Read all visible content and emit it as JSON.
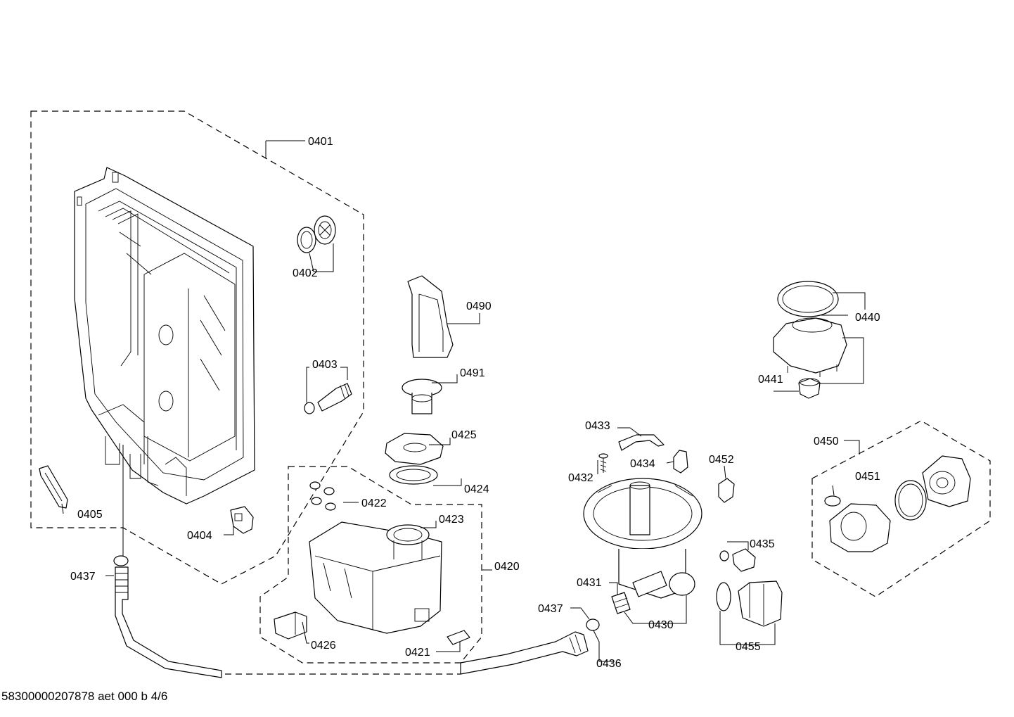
{
  "footer": "58300000207878 aet 000 b 4/6",
  "labels": {
    "l0401": "0401",
    "l0402": "0402",
    "l0403": "0403",
    "l0404": "0404",
    "l0405": "0405",
    "l0437a": "0437",
    "l0437b": "0437",
    "l0490": "0490",
    "l0491": "0491",
    "l0425": "0425",
    "l0424": "0424",
    "l0422": "0422",
    "l0423": "0423",
    "l0420": "0420",
    "l0426": "0426",
    "l0421": "0421",
    "l0433": "0433",
    "l0432": "0432",
    "l0434": "0434",
    "l0452": "0452",
    "l0431": "0431",
    "l0430": "0430",
    "l0436": "0436",
    "l0435": "0435",
    "l0455": "0455",
    "l0440": "0440",
    "l0441": "0441",
    "l0450": "0450",
    "l0451": "0451"
  }
}
